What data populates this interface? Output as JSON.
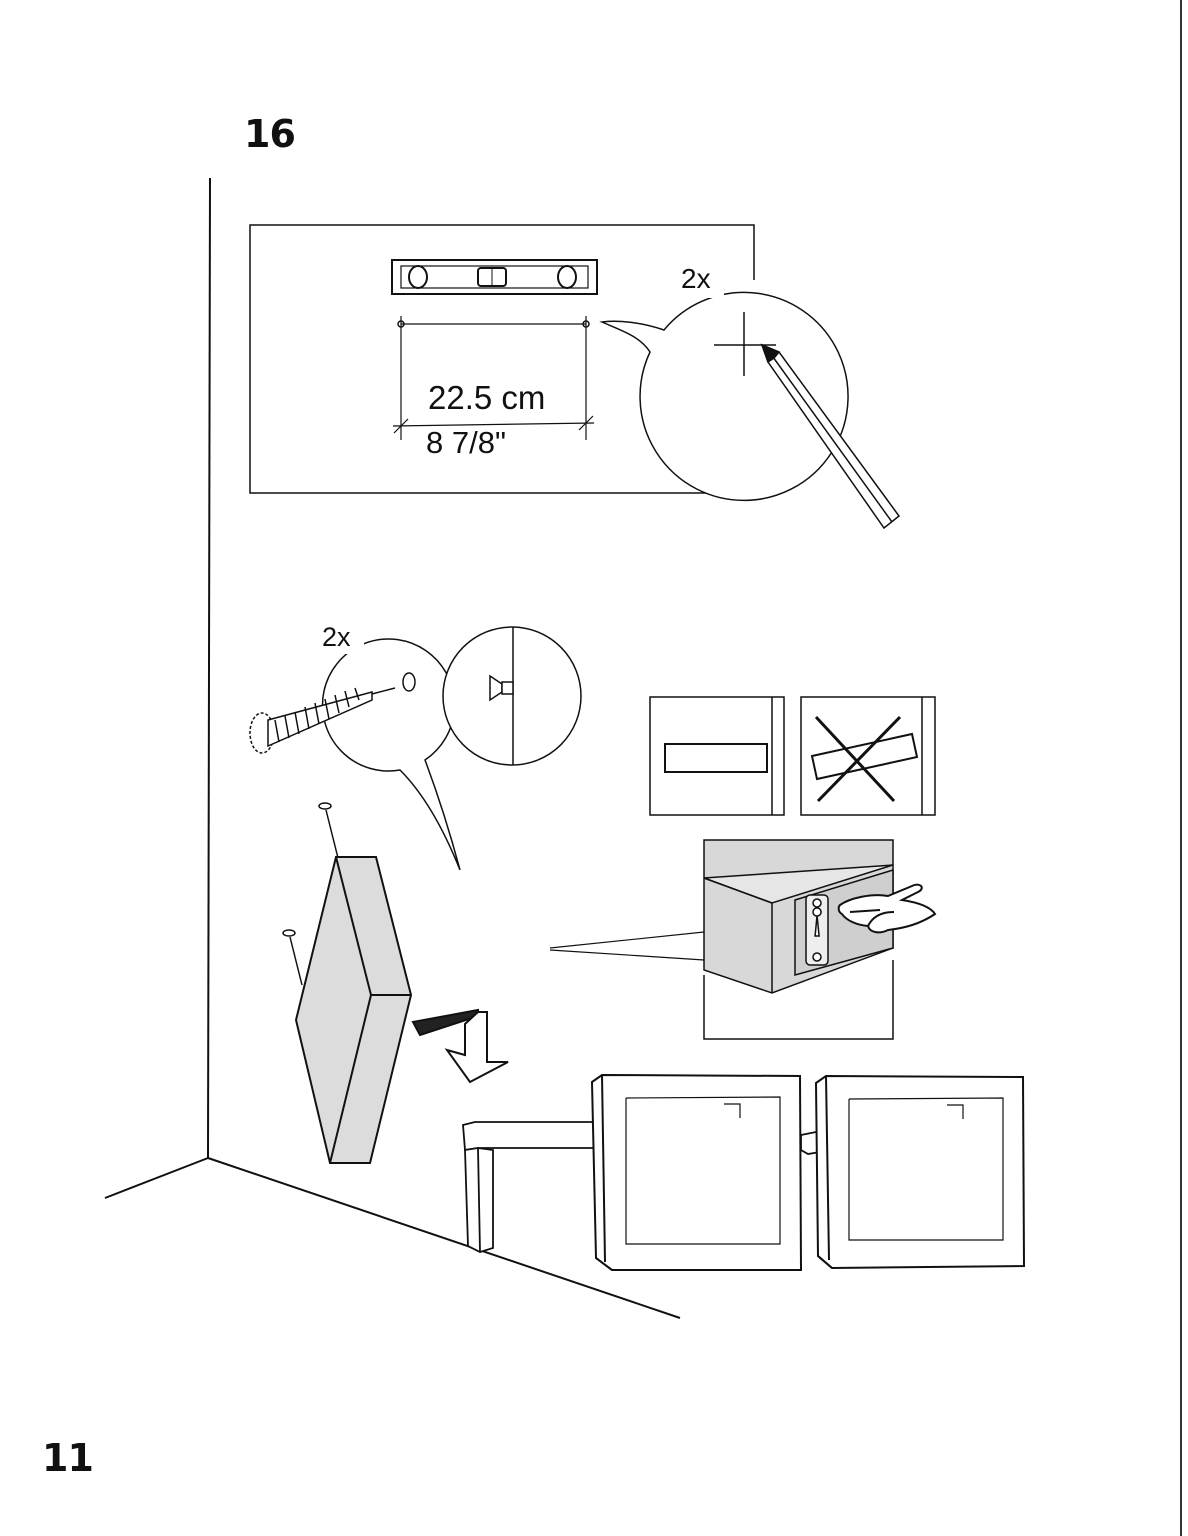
{
  "step": {
    "number": "16"
  },
  "page": {
    "number": "11"
  },
  "measure": {
    "metric": "22.5 cm",
    "imperial": "8 7/8\""
  },
  "callouts": {
    "mark_quantity": "2x",
    "screw_quantity": "2x"
  },
  "colors": {
    "line": "#111111",
    "panel_fill": "#dcdcdc"
  }
}
